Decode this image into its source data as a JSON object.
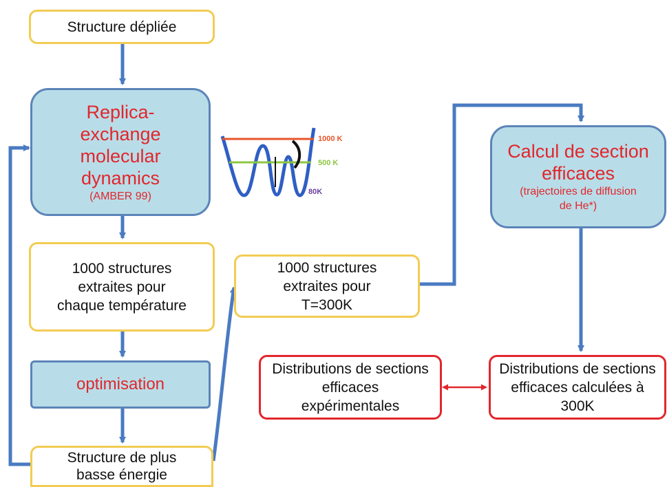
{
  "nodes": {
    "unfolded": {
      "text": "Structure dépliée"
    },
    "remd": {
      "title": "Replica-exchange molecular dynamics",
      "subtitle": "(AMBER 99)"
    },
    "extract_each_temp": {
      "text": "1000 structures extraites pour chaque température"
    },
    "optimisation": {
      "text": "optimisation"
    },
    "lowest_energy": {
      "text": "Structure de plus basse énergie"
    },
    "extract_300k": {
      "text": "1000 structures extraites pour T=300K"
    },
    "calc_cross_section": {
      "title": "Calcul de section efficaces",
      "subtitle": "(trajectoires de diffusion de He*)"
    },
    "exp_distributions": {
      "text": "Distributions de sections efficaces expérimentales"
    },
    "calc_distributions": {
      "text": "Distributions de sections efficaces calculées à 300K"
    }
  },
  "energy_landscape": {
    "levels": [
      {
        "label": "1000 K",
        "color": "#e8542a"
      },
      {
        "label": "500 K",
        "color": "#8cc63f"
      },
      {
        "label": "80K",
        "color": "#6a3fa0"
      }
    ],
    "curve_color": "#2f5fc4"
  },
  "colors": {
    "arrow": "#4a7bc2",
    "compare_arrow": "#e2262c",
    "yellow_border": "#f2cc52",
    "blue_fill": "#b8dde8",
    "red_border": "#e2262c"
  }
}
